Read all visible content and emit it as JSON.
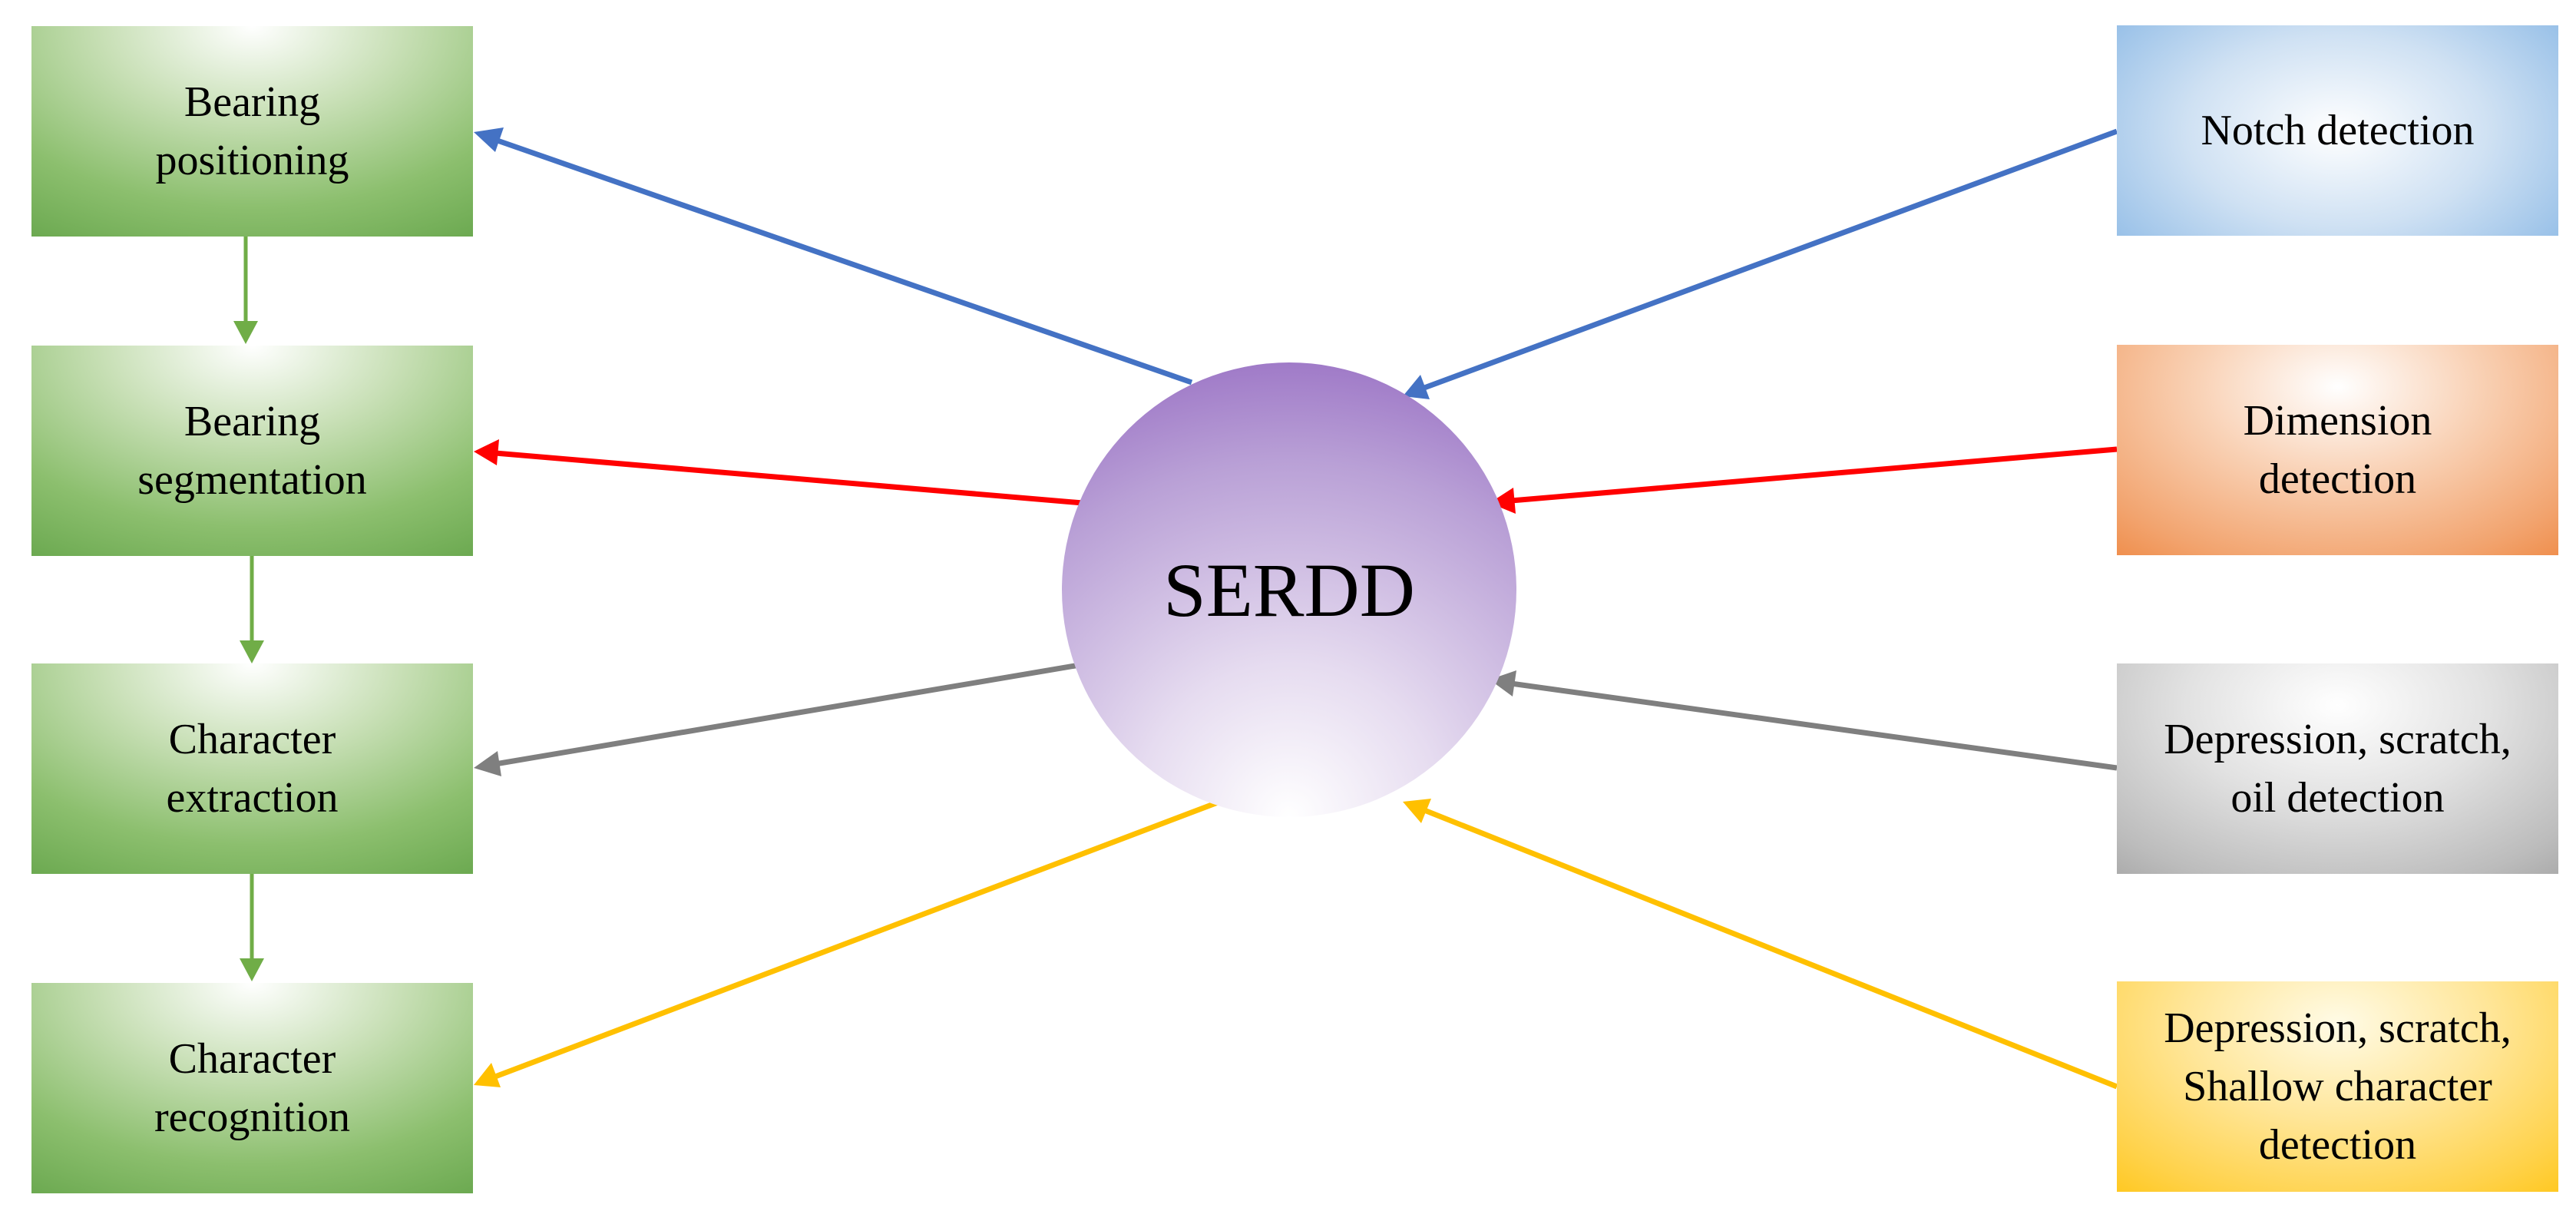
{
  "center": {
    "label": "SERDD"
  },
  "pipeline_steps": [
    {
      "lines": [
        "Bearing",
        "positioning"
      ]
    },
    {
      "lines": [
        "Bearing",
        "segmentation"
      ]
    },
    {
      "lines": [
        "Character",
        "extraction"
      ]
    },
    {
      "lines": [
        "Character",
        "recognition"
      ]
    }
  ],
  "detections": [
    {
      "lines": [
        "Notch detection"
      ],
      "color": "#5b9bd5"
    },
    {
      "lines": [
        "Dimension",
        "detection"
      ],
      "color": "#ed7d31"
    },
    {
      "lines": [
        "Depression, scratch,",
        "oil detection"
      ],
      "color": "#a5a5a5"
    },
    {
      "lines": [
        "Depression, scratch,",
        "Shallow character",
        "detection"
      ],
      "color": "#ffc000"
    }
  ],
  "colors": {
    "pipeline_box": "#70ad47",
    "pipeline_arrow": "#70ad47",
    "blue_arrow": "#4472c4",
    "red_arrow": "#ff0000",
    "gray_arrow": "#7f7f7f",
    "yellow_arrow": "#ffc000",
    "center_fill": "#9266c0"
  }
}
